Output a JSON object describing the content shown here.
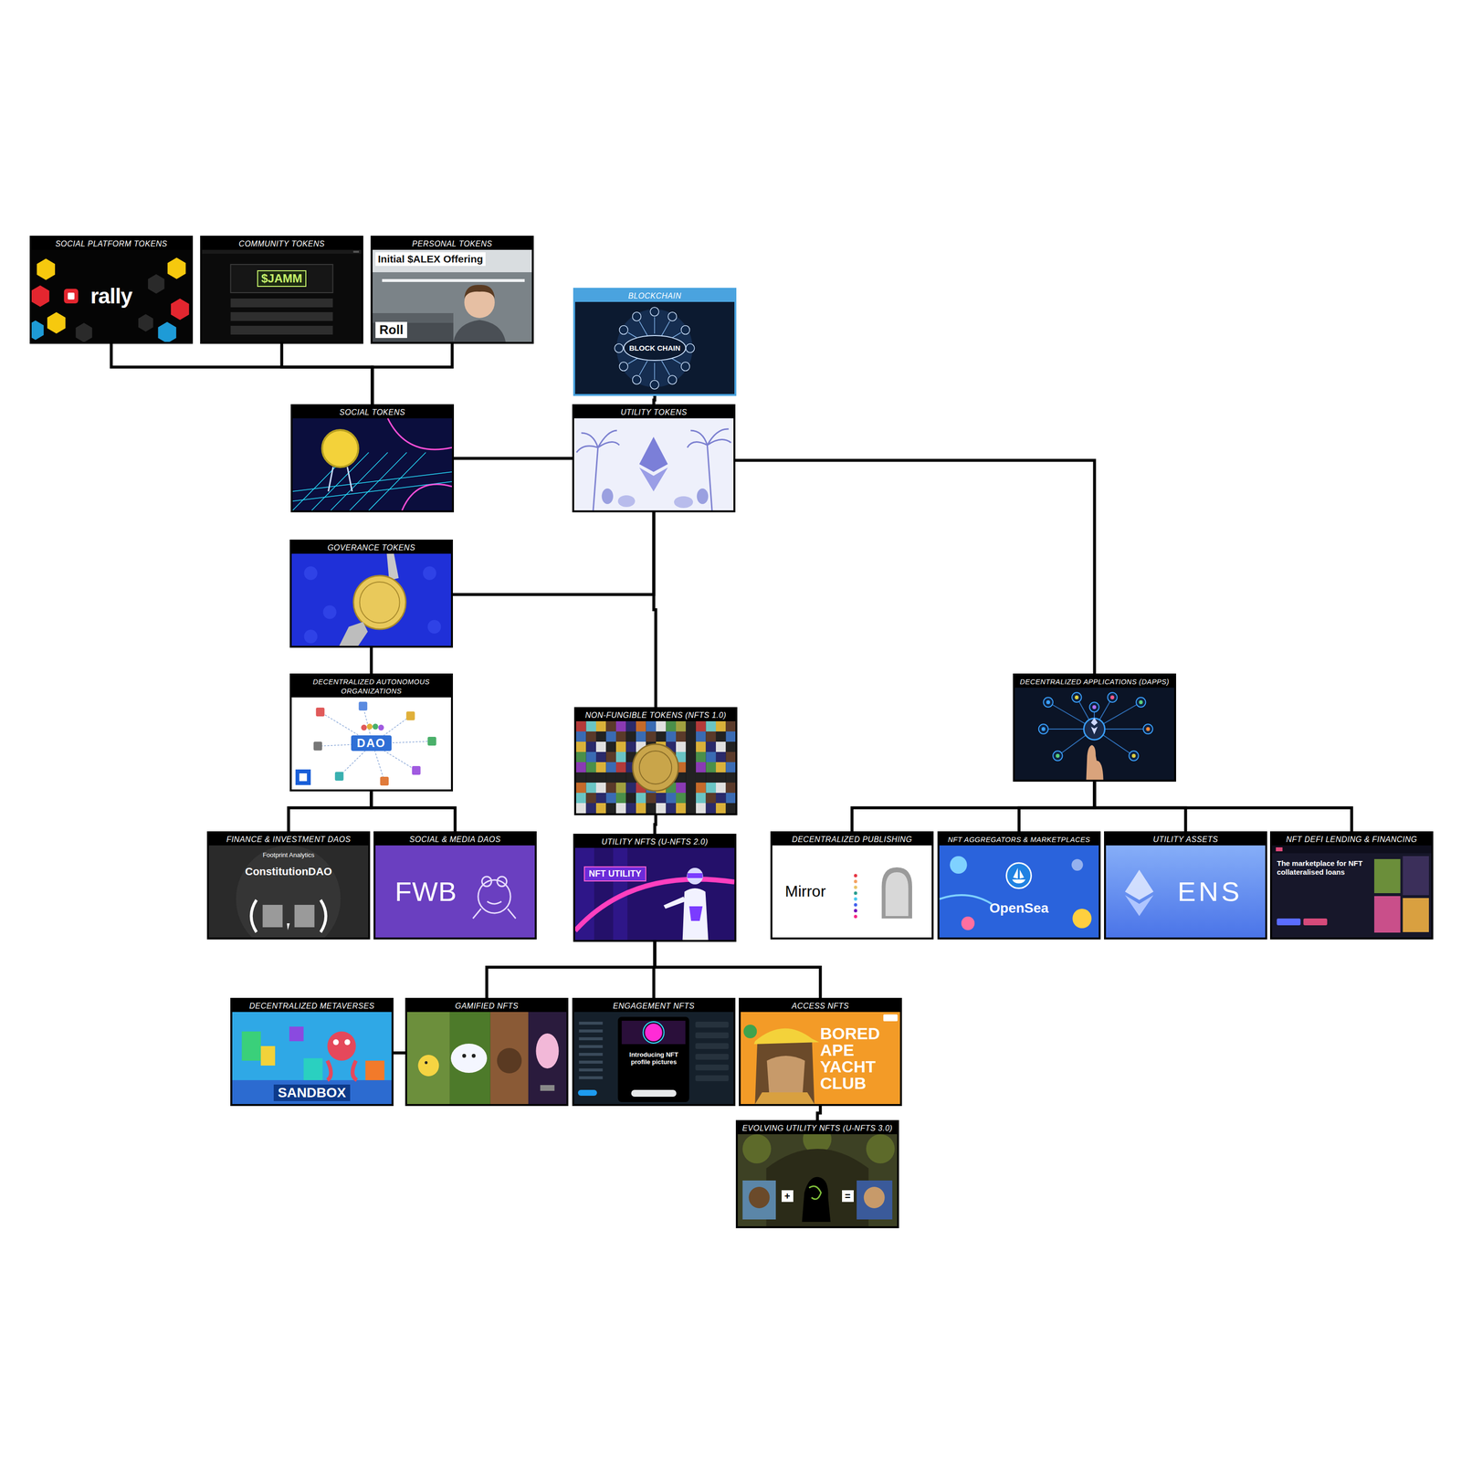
{
  "diagram": {
    "nodes": [
      {
        "text": [
          "SOCIAL PLATFORM TOKENS",
          "rally"
        ]
      },
      {
        "text": [
          "COMMUNITY TOKENS",
          "$JAMM"
        ]
      },
      {
        "text": [
          "PERSONAL TOKENS",
          "Initial $ALEX Offering",
          "Roll"
        ]
      },
      {
        "text": [
          "BLOCKCHAIN",
          "BLOCK CHAIN"
        ]
      },
      {
        "text": [
          "SOCIAL TOKENS"
        ]
      },
      {
        "text": [
          "UTILITY TOKENS"
        ]
      },
      {
        "text": [
          "GOVERANCE TOKENS"
        ]
      },
      {
        "text": [
          "DECENTRALIZED AUTONOMOUS ORGANIZATIONS",
          "DAO"
        ]
      },
      {
        "text": [
          "NON-FUNGIBLE TOKENS (NFTS 1.0)"
        ]
      },
      {
        "text": [
          "DECENTRALIZED APPLICATIONS (DAPPS)"
        ]
      },
      {
        "text": [
          "FINANCE & INVESTMENT DAOS",
          "Footprint Analytics",
          "ConstitutionDAO"
        ]
      },
      {
        "text": [
          "SOCIAL & MEDIA DAOS",
          "FWB"
        ]
      },
      {
        "text": [
          "UTILITY NFTS (U-NFTS 2.0)",
          "NFT UTILITY"
        ]
      },
      {
        "text": [
          "DECENTRALIZED PUBLISHING",
          "Mirror"
        ]
      },
      {
        "text": [
          "NFT AGGREGATORS & MARKETPLACES",
          "OpenSea"
        ]
      },
      {
        "text": [
          "UTILITY ASSETS",
          "ENS"
        ]
      },
      {
        "text": [
          "NFT DEFI LENDING & FINANCING",
          "The marketplace for NFT collateralised loans"
        ]
      },
      {
        "text": [
          "DECENTRALIZED METAVERSES",
          "SANDBOX"
        ]
      },
      {
        "text": [
          "GAMIFIED NFTS"
        ]
      },
      {
        "text": [
          "ENGAGEMENT NFTS",
          "Introducing NFT profile pictures"
        ]
      },
      {
        "text": [
          "ACCESS NFTS",
          "BORED APE YACHT CLUB"
        ]
      },
      {
        "text": [
          "EVOLVING UTILITY NFTS (U-NFTS 3.0)",
          "+",
          "="
        ]
      }
    ],
    "edges": [
      {
        "from": 0,
        "to": 4,
        "arrow": "none"
      },
      {
        "from": 1,
        "to": 4,
        "arrow": "none"
      },
      {
        "from": 2,
        "to": 4,
        "arrow": "none"
      },
      {
        "from": 3,
        "to": 5,
        "arrow": "none"
      },
      {
        "from": 4,
        "to": 5,
        "arrow": "none"
      },
      {
        "from": 5,
        "to": 6,
        "arrow": "none"
      },
      {
        "from": 5,
        "to": 8,
        "arrow": "none"
      },
      {
        "from": 5,
        "to": 9,
        "arrow": "none"
      },
      {
        "from": 6,
        "to": 7,
        "arrow": "none"
      },
      {
        "from": 7,
        "to": 10,
        "arrow": "none"
      },
      {
        "from": 7,
        "to": 11,
        "arrow": "none"
      },
      {
        "from": 8,
        "to": 12,
        "arrow": "none"
      },
      {
        "from": 9,
        "to": 13,
        "arrow": "none"
      },
      {
        "from": 9,
        "to": 14,
        "arrow": "none"
      },
      {
        "from": 9,
        "to": 15,
        "arrow": "none"
      },
      {
        "from": 9,
        "to": 16,
        "arrow": "none"
      },
      {
        "from": 12,
        "to": 18,
        "arrow": "none"
      },
      {
        "from": 12,
        "to": 19,
        "arrow": "none"
      },
      {
        "from": 12,
        "to": 20,
        "arrow": "none"
      },
      {
        "from": 17,
        "to": 18,
        "arrow": "none"
      },
      {
        "from": 20,
        "to": 21,
        "arrow": "none"
      }
    ]
  }
}
